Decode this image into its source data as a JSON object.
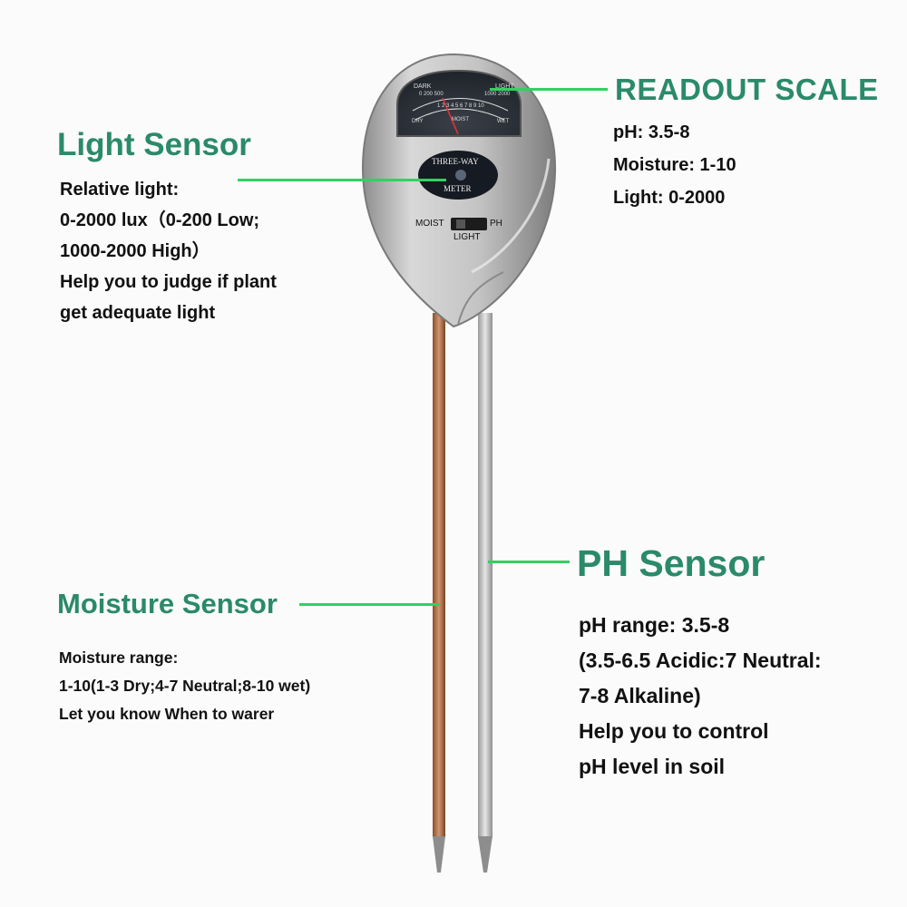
{
  "readout": {
    "title": "READOUT SCALE",
    "lines": [
      "pH: 3.5-8",
      "Moisture: 1-10",
      "Light: 0-2000"
    ]
  },
  "light_sensor": {
    "title": "Light Sensor",
    "lines": [
      "Relative light:",
      "0-2000 lux（0-200 Low;",
      "1000-2000 High）",
      "Help you to judge if plant",
      "get adequate light"
    ]
  },
  "moisture_sensor": {
    "title": "Moisture Sensor",
    "lines": [
      "Moisture range:",
      "1-10(1-3 Dry;4-7 Neutral;8-10 wet)",
      "Let you know When to warer"
    ]
  },
  "ph_sensor": {
    "title": "PH Sensor",
    "lines": [
      "pH range: 3.5-8",
      "(3.5-6.5 Acidic:7 Neutral:",
      "7-8 Alkaline)",
      "Help you to control",
      "pH level in soil"
    ]
  },
  "device": {
    "badge_top": "THREE-WAY",
    "badge_bottom": "METER",
    "switch_left": "MOIST",
    "switch_right": "PH",
    "switch_bottom": "LIGHT",
    "gauge_dark": "DARK",
    "gauge_light": "LIGHT",
    "gauge_dry": "DRY",
    "gauge_moist": "MOIST",
    "gauge_wet": "WET",
    "gauge_nums_top": "0 200 500",
    "gauge_nums_right": "1000 2000",
    "gauge_nums_mid": "1 2 3 4 5 6 7 8 9 10"
  },
  "colors": {
    "heading": "#2a8a6a",
    "pointer_line": "#34d060",
    "meter_body": "#c0c0c0",
    "copper_probe": "#b8764a",
    "steel_probe": "#c8c8c8"
  }
}
